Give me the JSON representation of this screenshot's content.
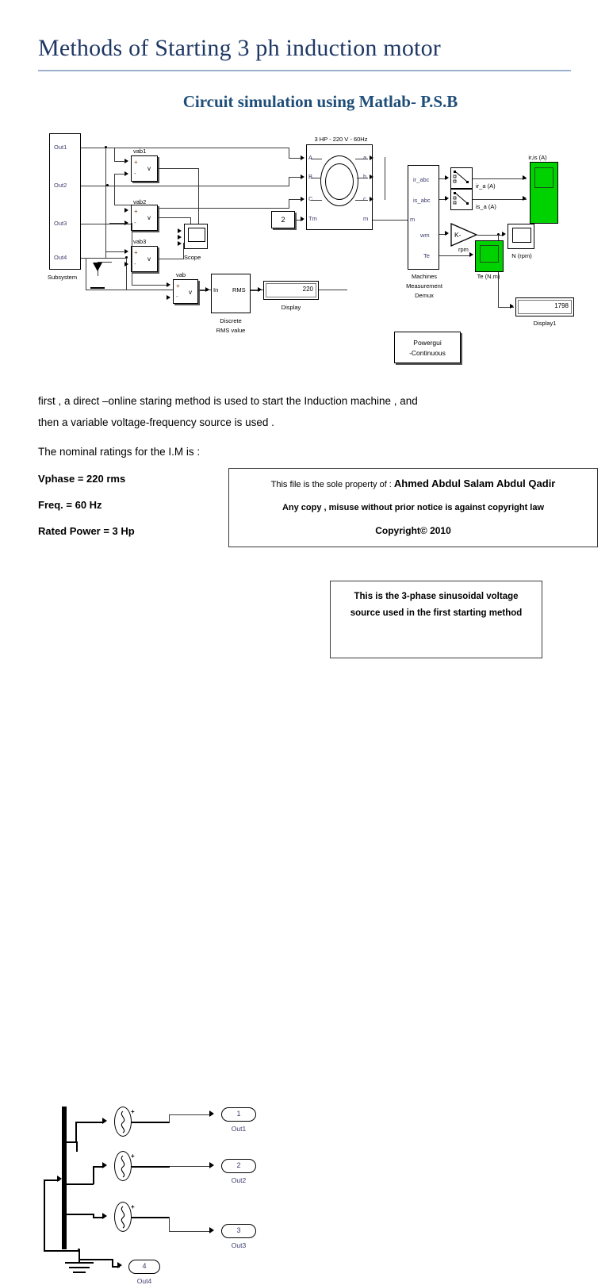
{
  "header": {
    "title": "Methods of Starting 3 ph induction motor",
    "subtitle": "Circuit simulation using Matlab- P.S.B",
    "rule_color": "#9DB2CE",
    "title_color": "#1F3864",
    "subtitle_color": "#1F4E79"
  },
  "diagram_top": {
    "subsystem": {
      "label": "Subsystem",
      "ports": [
        "Out1",
        "Out2",
        "Out3",
        "Out4"
      ]
    },
    "voltage_measurements": [
      {
        "name": "vab1",
        "plus": "+",
        "minus": "-",
        "out": "v"
      },
      {
        "name": "vab2",
        "plus": "+",
        "minus": "-",
        "out": "v"
      },
      {
        "name": "vab3",
        "plus": "+",
        "minus": "-",
        "out": "v"
      },
      {
        "name": "vab",
        "plus": "+",
        "minus": "-",
        "out": "v"
      }
    ],
    "scope": {
      "label": "Scope"
    },
    "rms_block": {
      "in": "In",
      "out": "RMS",
      "label_line1": "Discrete",
      "label_line2": "RMS value"
    },
    "display": {
      "value": "220",
      "label": "Display"
    },
    "constant_tm": {
      "value": "2"
    },
    "machine": {
      "title": "3 HP - 220 V - 60Hz",
      "inputs": [
        "A",
        "B",
        "C",
        "Tm"
      ],
      "outputs": [
        "a",
        "b",
        "c",
        "m"
      ]
    },
    "demux": {
      "in": "m",
      "outputs": [
        "ir_abc",
        "is_abc",
        "wm",
        "Te"
      ],
      "label_line1": "Machines",
      "label_line2": "Measurement",
      "label_line3": "Demux"
    },
    "selectors": [
      {
        "signal_label": "ir_a (A)"
      },
      {
        "signal_label": "is_a (A)"
      }
    ],
    "gain": {
      "value": "K-",
      "out_label": "rpm"
    },
    "scope_currents": {
      "label": "ir,is (A)",
      "color": "#00d200"
    },
    "scope_torque": {
      "label": "Te (N.m)",
      "color": "#00d200"
    },
    "scope_speed": {
      "label": "N (rpm)"
    },
    "display1": {
      "value": "1798",
      "label": "Display1"
    },
    "powergui": {
      "line1": "Powergui",
      "line2": "-Continuous"
    }
  },
  "body": {
    "para1_line1": "first , a direct –online staring method is used to start the Induction machine , and",
    "para1_line2": "then  a variable voltage-frequency source is used .",
    "para2": "The nominal ratings for the I.M is :",
    "ratings": [
      "Vphase = 220 rms",
      "Freq. = 60 Hz",
      "Rated  Power  = 3 Hp"
    ]
  },
  "copyright_box": {
    "line1_prefix": "This file is the sole property of : ",
    "line1_owner": "Ahmed Abdul Salam Abdul Qadir",
    "line2": "Any  copy , misuse without prior notice is against  copyright law",
    "line3": "Copyright© 2010"
  },
  "diagram_bottom": {
    "sources": [
      {
        "outport_number": "1",
        "outport_label": "Out1"
      },
      {
        "outport_number": "2",
        "outport_label": "Out2"
      },
      {
        "outport_number": "3",
        "outport_label": "Out3"
      }
    ],
    "ground_outport": {
      "outport_number": "4",
      "outport_label": "Out4"
    }
  },
  "note_box": {
    "line1": "This is the 3-phase sinusoidal voltage",
    "line2": "source used in the first starting method"
  }
}
